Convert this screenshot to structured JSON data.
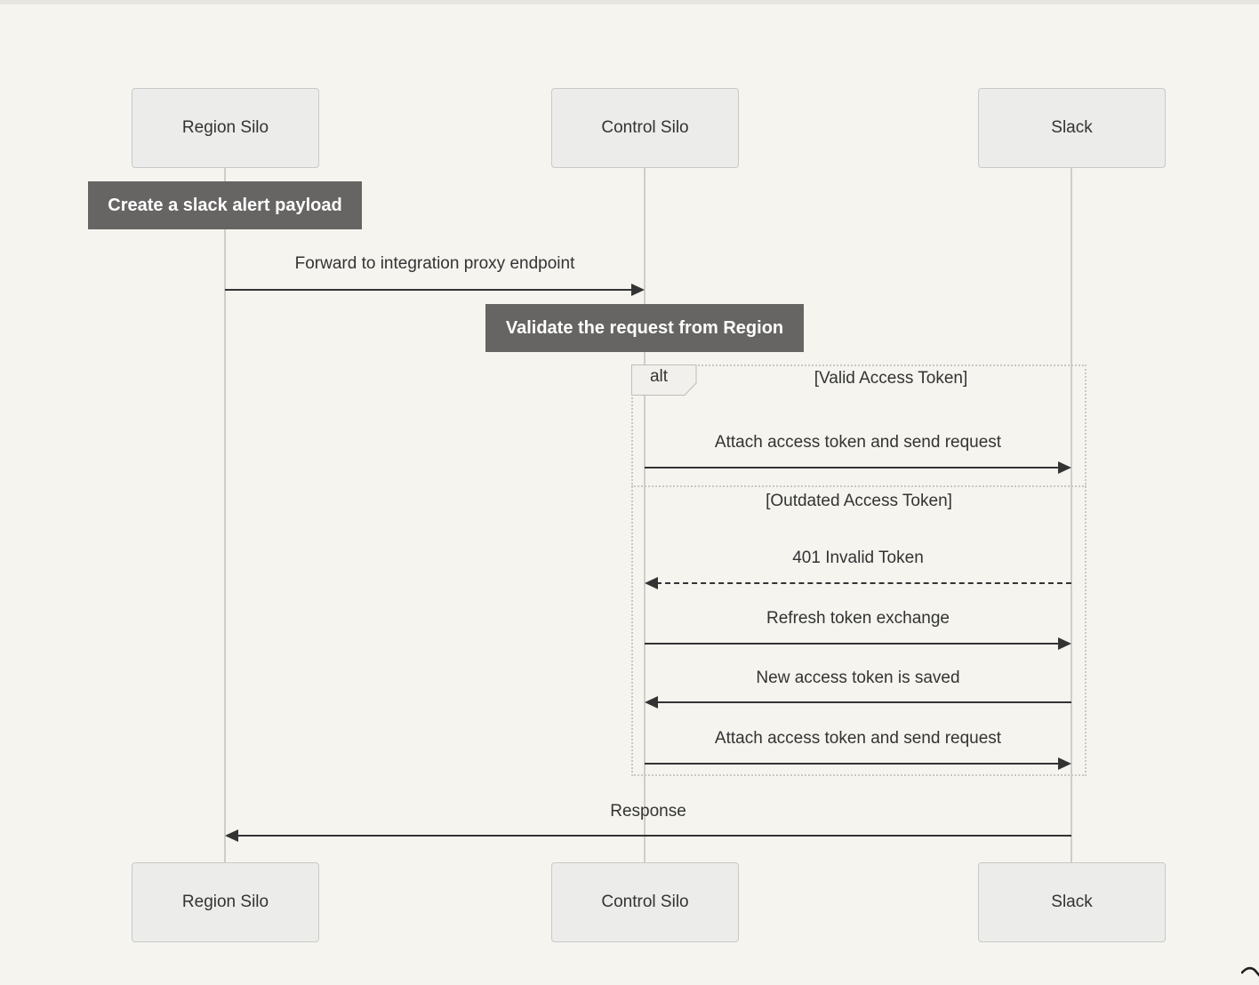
{
  "diagram": {
    "type": "sequence-diagram",
    "actors": [
      "Region Silo",
      "Control Silo",
      "Slack"
    ],
    "notes": [
      {
        "text": "Create a slack alert payload",
        "over": "Region Silo"
      },
      {
        "text": "Validate the request from Region",
        "over": "Control Silo"
      }
    ],
    "alt_frame": {
      "label": "alt",
      "conditions": [
        "[Valid Access Token]",
        "[Outdated Access Token]"
      ]
    },
    "messages": [
      {
        "from": "Region Silo",
        "to": "Control Silo",
        "label": "Forward to integration proxy endpoint",
        "line": "solid"
      },
      {
        "from": "Control Silo",
        "to": "Slack",
        "label": "Attach access token and send request",
        "line": "solid"
      },
      {
        "from": "Slack",
        "to": "Control Silo",
        "label": "401 Invalid Token",
        "line": "dashed"
      },
      {
        "from": "Control Silo",
        "to": "Slack",
        "label": "Refresh token exchange",
        "line": "solid"
      },
      {
        "from": "Slack",
        "to": "Control Silo",
        "label": "New access token is saved",
        "line": "solid"
      },
      {
        "from": "Control Silo",
        "to": "Slack",
        "label": "Attach access token and send request",
        "line": "solid"
      },
      {
        "from": "Slack",
        "to": "Region Silo",
        "label": "Response",
        "line": "solid"
      }
    ],
    "colors": {
      "background": "#f5f4ef",
      "actor_fill": "#ececea",
      "actor_border": "#c9c9c7",
      "note_fill": "#666564",
      "note_text": "#ffffff",
      "line": "#333333",
      "lifeline": "#cfcecb",
      "frame_border": "#c8c8c4"
    },
    "icons": {
      "cursor_mark": "pointer-fragment"
    }
  }
}
